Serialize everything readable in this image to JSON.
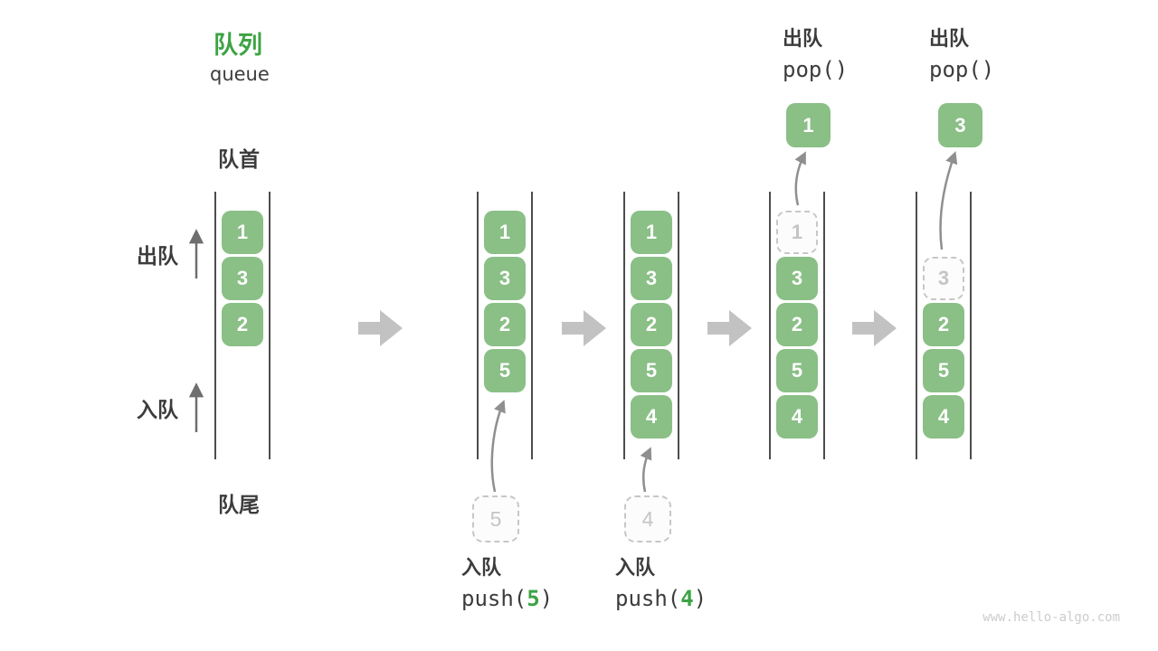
{
  "title": {
    "zh": "队列",
    "en": "queue"
  },
  "side_labels": {
    "front": "队首",
    "rear": "队尾",
    "dequeue": "出队",
    "enqueue": "入队"
  },
  "states": [
    {
      "name": "initial",
      "slots": [
        {
          "value": "1",
          "type": "solid"
        },
        {
          "value": "3",
          "type": "solid"
        },
        {
          "value": "2",
          "type": "solid"
        }
      ]
    },
    {
      "name": "after-push-5",
      "slots": [
        {
          "value": "1",
          "type": "solid"
        },
        {
          "value": "3",
          "type": "solid"
        },
        {
          "value": "2",
          "type": "solid"
        },
        {
          "value": "5",
          "type": "solid"
        }
      ],
      "incoming": {
        "value": "5"
      },
      "caption": {
        "zh": "入队",
        "code_before": "push(",
        "arg": "5",
        "code_after": ")"
      }
    },
    {
      "name": "after-push-4",
      "slots": [
        {
          "value": "1",
          "type": "solid"
        },
        {
          "value": "3",
          "type": "solid"
        },
        {
          "value": "2",
          "type": "solid"
        },
        {
          "value": "5",
          "type": "solid"
        },
        {
          "value": "4",
          "type": "solid"
        }
      ],
      "incoming": {
        "value": "4"
      },
      "caption": {
        "zh": "入队",
        "code_before": "push(",
        "arg": "4",
        "code_after": ")"
      }
    },
    {
      "name": "after-pop-1",
      "slots": [
        {
          "value": "1",
          "type": "dashed"
        },
        {
          "value": "3",
          "type": "solid"
        },
        {
          "value": "2",
          "type": "solid"
        },
        {
          "value": "5",
          "type": "solid"
        },
        {
          "value": "4",
          "type": "solid"
        }
      ],
      "popped": {
        "value": "1"
      },
      "caption": {
        "zh": "出队",
        "code": "pop()"
      }
    },
    {
      "name": "after-pop-3",
      "slots": [
        {
          "value": "",
          "type": "empty"
        },
        {
          "value": "3",
          "type": "dashed"
        },
        {
          "value": "2",
          "type": "solid"
        },
        {
          "value": "5",
          "type": "solid"
        },
        {
          "value": "4",
          "type": "solid"
        }
      ],
      "popped": {
        "value": "3"
      },
      "caption": {
        "zh": "出队",
        "code": "pop()"
      }
    }
  ],
  "colors": {
    "item_green": "#8abf86",
    "accent_green": "#3da344",
    "dark_text": "#3c3c3c",
    "wall_gray": "#4d4d4d",
    "dashed_gray": "#c7c7c7",
    "block_arrow_gray": "#c2c2c2",
    "curve_arrow_gray": "#8f8f8f",
    "watermark_gray": "#cccccc"
  },
  "watermark": "www.hello-algo.com"
}
